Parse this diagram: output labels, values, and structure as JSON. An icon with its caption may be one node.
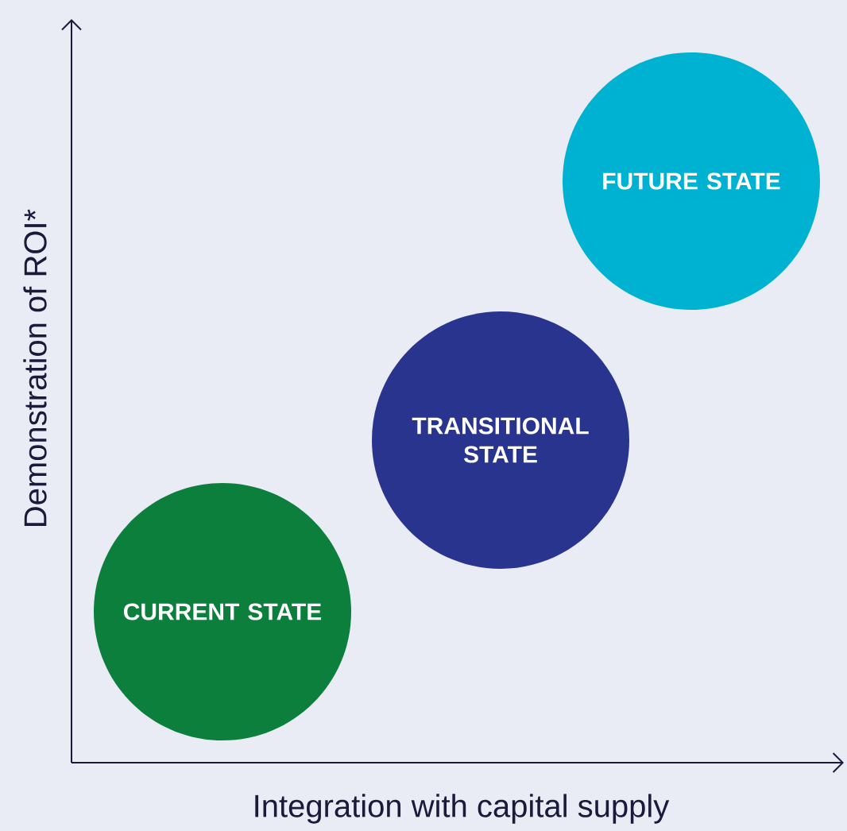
{
  "diagram": {
    "nodes": [
      {
        "text": [
          "CURRENT STATE"
        ]
      },
      {
        "text": [
          "TRANSITIONAL STATE"
        ]
      },
      {
        "text": [
          "FUTURE STATE"
        ]
      }
    ],
    "labels": [
      "Demonstration of ROI*",
      "Integration with capital supply"
    ]
  }
}
